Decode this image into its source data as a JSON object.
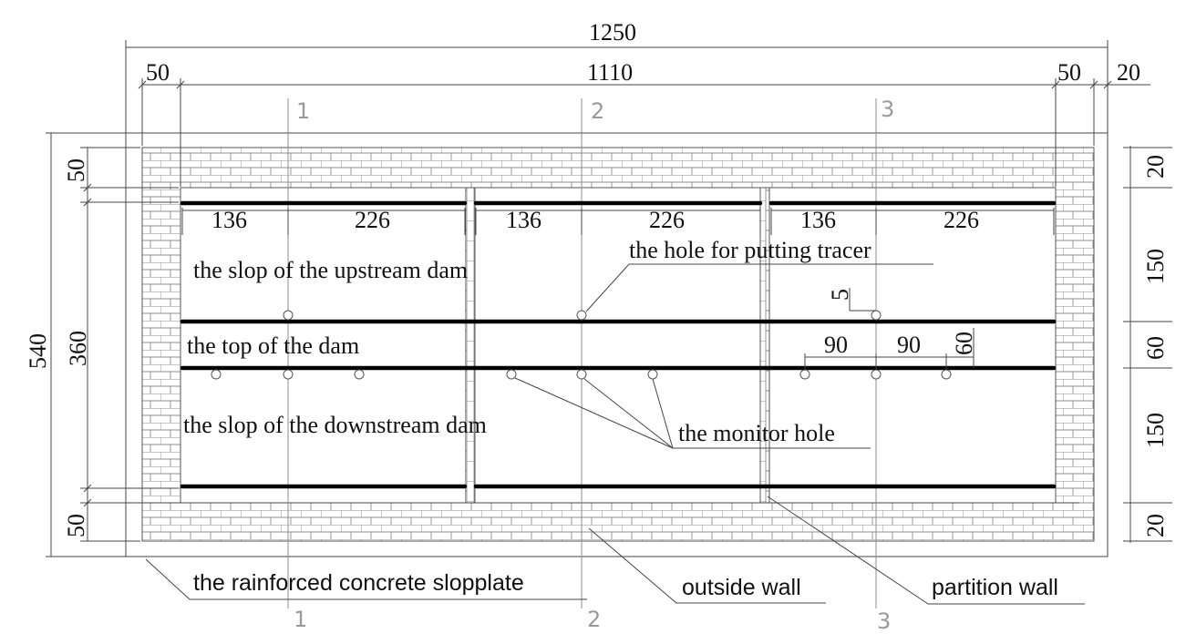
{
  "dimensions": {
    "overall_width": "1250",
    "inner_width": "1110",
    "left_wall": "50",
    "right_wall": "50",
    "right_outer": "20",
    "overall_height": "540",
    "inner_height": "360",
    "left_top": "50",
    "left_bottom": "50",
    "right_top": "20",
    "right_upstream": "150",
    "right_top_of_dam": "60",
    "right_downstream": "150",
    "right_bottom": "20",
    "segment_a": "136",
    "segment_b": "226",
    "hole_offset": "5",
    "hole_spacing_1": "90",
    "hole_spacing_2": "90",
    "hole_drop": "60"
  },
  "axes": {
    "axis_1": "1",
    "axis_2": "2",
    "axis_3": "3"
  },
  "labels": {
    "upstream": "the slop of the upstream dam",
    "top_of_dam": "the top of the dam",
    "downstream": "the slop of the downstream dam",
    "tracer_hole": "the hole for putting  tracer",
    "monitor_hole": "the monitor hole",
    "slopplate": "the rainforced concrete slopplate",
    "outside_wall": "outside wall",
    "partition_wall": "partition wall"
  }
}
